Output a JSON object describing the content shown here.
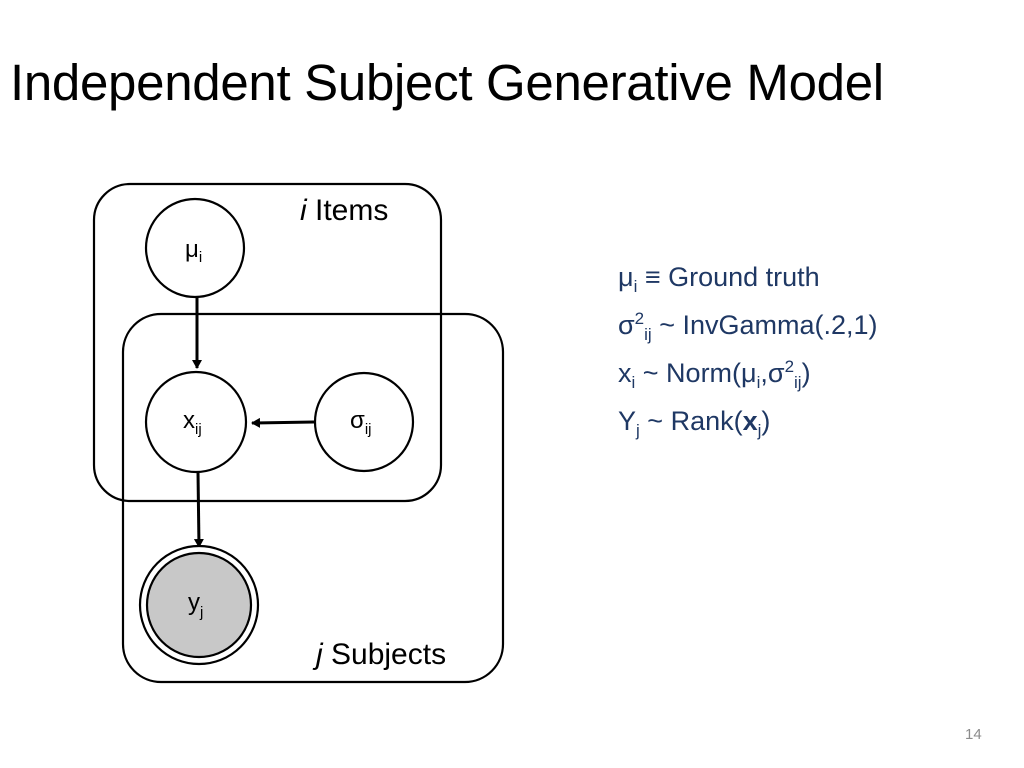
{
  "title": "Independent Subject Generative Model",
  "diagram": {
    "plates": [
      {
        "index": "i",
        "label": "Items"
      },
      {
        "index": "j",
        "label": "Subjects"
      }
    ],
    "nodes": {
      "mu": {
        "base": "μ",
        "sub": "i",
        "observed": false
      },
      "x": {
        "base": "x",
        "sub": "ij",
        "observed": false
      },
      "sigma": {
        "base": "σ",
        "sub": "ij",
        "observed": false
      },
      "y": {
        "base": "y",
        "sub": "j",
        "observed": true
      }
    },
    "edges": [
      {
        "from": "mu",
        "to": "x"
      },
      {
        "from": "sigma",
        "to": "x"
      },
      {
        "from": "x",
        "to": "y"
      }
    ],
    "colors": {
      "observed_fill": "#C8C8C8",
      "stroke": "#000000"
    }
  },
  "equations": {
    "line1": {
      "mu": "μ",
      "mu_sub": "i",
      "rest": " ≡  Ground truth"
    },
    "line2": {
      "sigma": "σ",
      "sup": "2",
      "sub": "ij",
      "rest": " ~ InvGamma(.2,1)"
    },
    "line3": {
      "x": "x",
      "x_sub": "i",
      "mid": " ~ Norm(μ",
      "mu_sub": "i",
      "comma_sigma": ",σ",
      "sup": "2",
      "sub": "ij",
      "close": ")"
    },
    "line4": {
      "y": "Y",
      "y_sub": "j",
      "mid": " ~ Rank(",
      "bold_x": "x",
      "x_sub": "j",
      "close": ")"
    },
    "color": "#1F3864"
  },
  "page_number": "14"
}
